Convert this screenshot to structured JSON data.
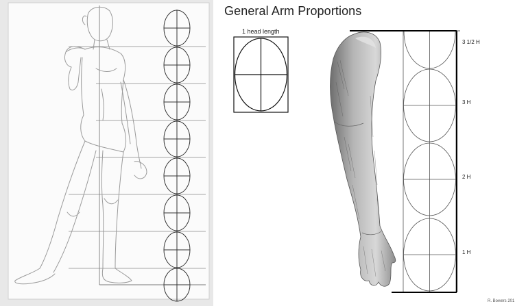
{
  "right_panel": {
    "title": "General Arm Proportions",
    "head_box_label": "1 head length",
    "height_markers": [
      "3 1/2 H",
      "3 H",
      "2 H",
      "1 H"
    ],
    "credit": "R. Bowers 201"
  }
}
